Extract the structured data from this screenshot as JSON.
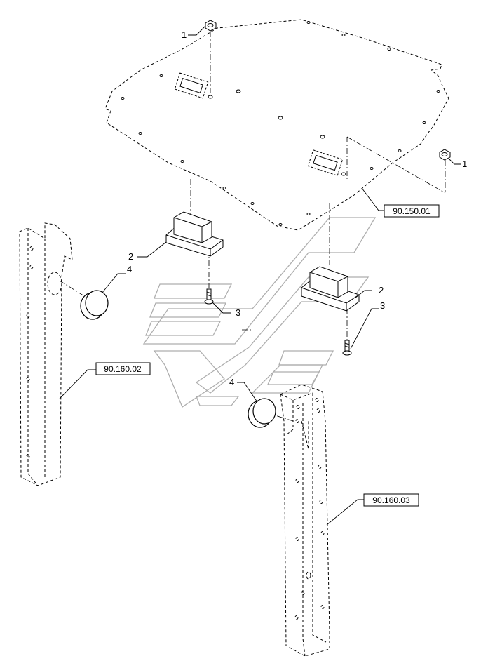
{
  "diagram": {
    "callouts": [
      {
        "id": "c1a",
        "number": "1",
        "part": "nut"
      },
      {
        "id": "c1b",
        "number": "1",
        "part": "nut"
      },
      {
        "id": "c2a",
        "number": "2",
        "part": "rubber-mount"
      },
      {
        "id": "c2b",
        "number": "2",
        "part": "rubber-mount"
      },
      {
        "id": "c3a",
        "number": "3",
        "part": "bolt"
      },
      {
        "id": "c3b",
        "number": "3",
        "part": "bolt"
      },
      {
        "id": "c4a",
        "number": "4",
        "part": "cap"
      },
      {
        "id": "c4b",
        "number": "4",
        "part": "cap"
      }
    ],
    "references": [
      {
        "id": "r1",
        "label": "90.150.01"
      },
      {
        "id": "r2",
        "label": "90.160.02"
      },
      {
        "id": "r3",
        "label": "90.160.03"
      }
    ]
  },
  "colors": {
    "line": "#000000",
    "watermark": "#9a9a9a",
    "background": "#ffffff"
  }
}
